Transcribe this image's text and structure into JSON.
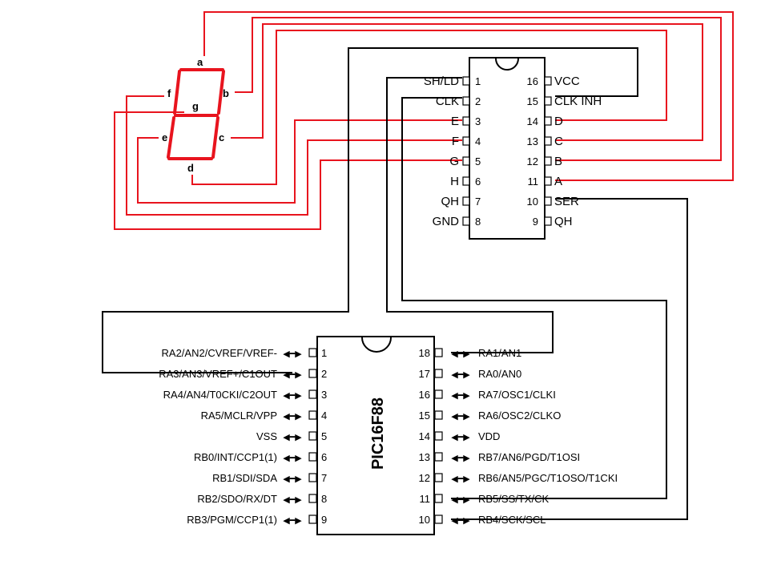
{
  "seven_segment": {
    "labels": {
      "a": "a",
      "b": "b",
      "c": "c",
      "d": "d",
      "e": "e",
      "f": "f",
      "g": "g"
    }
  },
  "shift_register": {
    "left_pins": [
      {
        "num": "1",
        "label": "SH/LD"
      },
      {
        "num": "2",
        "label": "CLK"
      },
      {
        "num": "3",
        "label": "E"
      },
      {
        "num": "4",
        "label": "F"
      },
      {
        "num": "5",
        "label": "G"
      },
      {
        "num": "6",
        "label": "H"
      },
      {
        "num": "7",
        "label": "QH"
      },
      {
        "num": "8",
        "label": "GND"
      }
    ],
    "right_pins": [
      {
        "num": "16",
        "label": "VCC"
      },
      {
        "num": "15",
        "label": "CLK INH"
      },
      {
        "num": "14",
        "label": "D"
      },
      {
        "num": "13",
        "label": "C"
      },
      {
        "num": "12",
        "label": "B"
      },
      {
        "num": "11",
        "label": "A"
      },
      {
        "num": "10",
        "label": "SER"
      },
      {
        "num": "9",
        "label": "QH"
      }
    ]
  },
  "microcontroller": {
    "name": "PIC16F88",
    "left_pins": [
      {
        "num": "1",
        "label": "RA2/AN2/CVREF/VREF-"
      },
      {
        "num": "2",
        "label": "RA3/AN3/VREF+/C1OUT"
      },
      {
        "num": "3",
        "label": "RA4/AN4/T0CKI/C2OUT"
      },
      {
        "num": "4",
        "label": "RA5/MCLR/VPP"
      },
      {
        "num": "5",
        "label": "VSS"
      },
      {
        "num": "6",
        "label": "RB0/INT/CCP1(1)"
      },
      {
        "num": "7",
        "label": "RB1/SDI/SDA"
      },
      {
        "num": "8",
        "label": "RB2/SDO/RX/DT"
      },
      {
        "num": "9",
        "label": "RB3/PGM/CCP1(1)"
      }
    ],
    "right_pins": [
      {
        "num": "18",
        "label": "RA1/AN1"
      },
      {
        "num": "17",
        "label": "RA0/AN0"
      },
      {
        "num": "16",
        "label": "RA7/OSC1/CLKI"
      },
      {
        "num": "15",
        "label": "RA6/OSC2/CLKO"
      },
      {
        "num": "14",
        "label": "VDD"
      },
      {
        "num": "13",
        "label": "RB7/AN6/PGD/T1OSI"
      },
      {
        "num": "12",
        "label": "RB6/AN5/PGC/T1OSO/T1CKI"
      },
      {
        "num": "11",
        "label": "RB5/SS/TX/CK"
      },
      {
        "num": "10",
        "label": "RB4/SCK/SCL"
      }
    ]
  },
  "colors": {
    "wire_segment": "#e8141e",
    "wire_control": "#000000"
  }
}
